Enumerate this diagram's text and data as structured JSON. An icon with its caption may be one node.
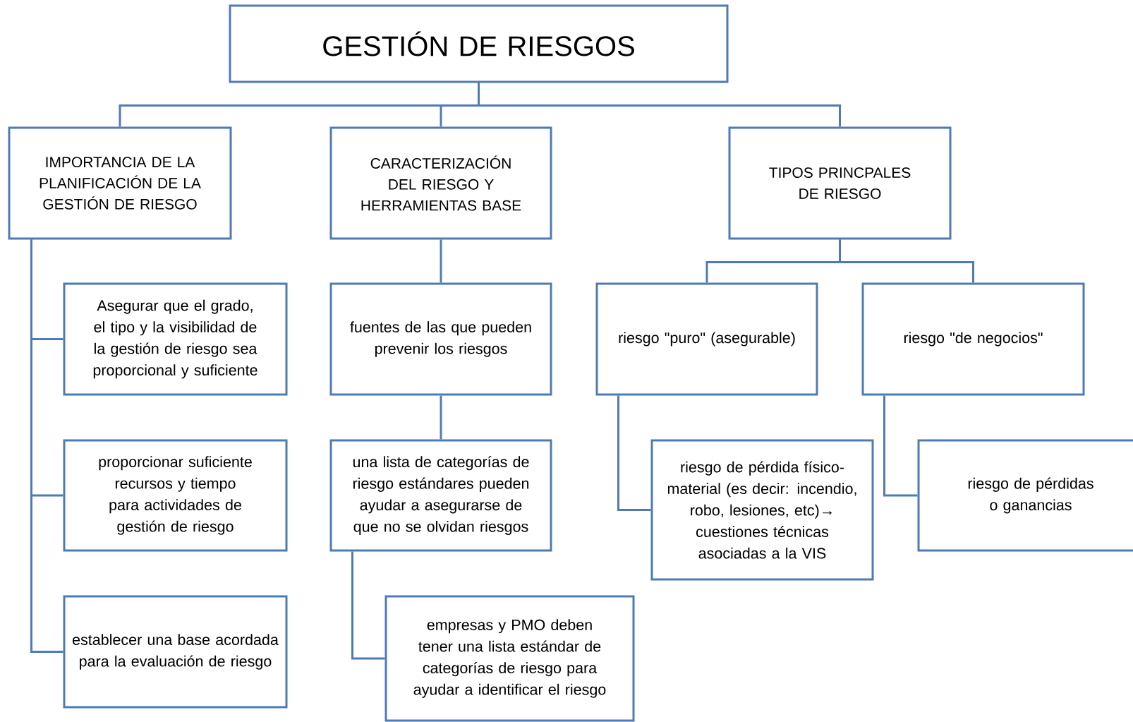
{
  "diagram": {
    "nodes": [
      {
        "text": [
          "GESTIÓN DE RIESGOS"
        ]
      },
      {
        "text": [
          "IMPORTANCIA DE LA PLANIFICACIÓN DE LA GESTIÓN DE RIESGO"
        ]
      },
      {
        "text": [
          "CARACTERIZACIÓN DEL RIESGO Y HERRAMIENTAS BASE"
        ]
      },
      {
        "text": [
          "TIPOS PRINCPALES DE RIESGO"
        ]
      },
      {
        "text": [
          "Asegurar que el grado, el tipo y la visibilidad de la gestión de riesgo sea proporcional y suficiente"
        ]
      },
      {
        "text": [
          "proporcionar suficiente recursos y tiempo para actividades de gestión de riesgo"
        ]
      },
      {
        "text": [
          "establecer una base acordada para la evaluación de riesgo"
        ]
      },
      {
        "text": [
          "fuentes de las que pueden prevenir los riesgos"
        ]
      },
      {
        "text": [
          "una lista de categorías de riesgo estándares pueden ayudar a asegurarse de que no se olvidan riesgos"
        ]
      },
      {
        "text": [
          "empresas y PMO deben tener una lista estándar de categorías de riesgo para ayudar a identificar el riesgo"
        ]
      },
      {
        "text": [
          "riesgo \"puro\" (asegurable)"
        ]
      },
      {
        "text": [
          "riesgo \"de negocios\""
        ]
      },
      {
        "text": [
          "riesgo de pérdida físico-material (es decir: incendio, robo, lesiones, etc)→ cuestiones técnicas asociadas a la VIS"
        ]
      },
      {
        "text": [
          "riesgo de pérdidas o ganancias"
        ]
      }
    ],
    "edges": [
      {
        "from": 0,
        "to": 1,
        "arrow": "none"
      },
      {
        "from": 0,
        "to": 2,
        "arrow": "none"
      },
      {
        "from": 0,
        "to": 3,
        "arrow": "none"
      },
      {
        "from": 1,
        "to": 4,
        "arrow": "none"
      },
      {
        "from": 1,
        "to": 5,
        "arrow": "none"
      },
      {
        "from": 1,
        "to": 6,
        "arrow": "none"
      },
      {
        "from": 2,
        "to": 7,
        "arrow": "none"
      },
      {
        "from": 7,
        "to": 8,
        "arrow": "none"
      },
      {
        "from": 8,
        "to": 9,
        "arrow": "none"
      },
      {
        "from": 3,
        "to": 10,
        "arrow": "none"
      },
      {
        "from": 3,
        "to": 11,
        "arrow": "none"
      },
      {
        "from": 10,
        "to": 12,
        "arrow": "none"
      },
      {
        "from": 11,
        "to": 13,
        "arrow": "none"
      }
    ]
  }
}
